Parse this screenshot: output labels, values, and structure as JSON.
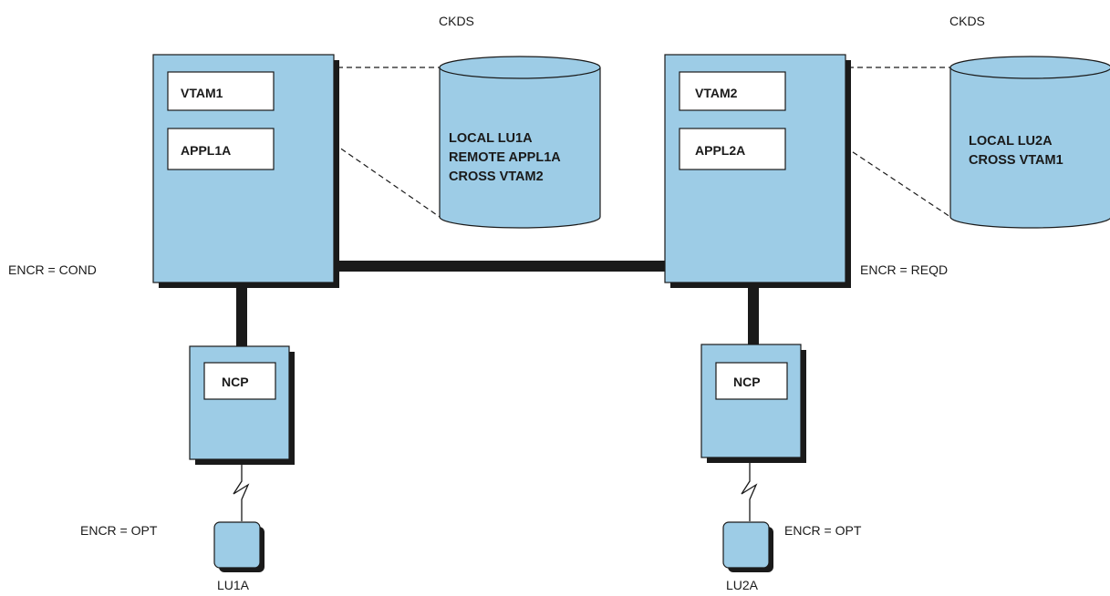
{
  "colors": {
    "fill": "#9dcce6",
    "stroke": "#1a1a1a",
    "shadow": "#1a1a1a",
    "background": "#ffffff"
  },
  "left": {
    "ckds_label": "CKDS",
    "ckds_lines": [
      "LOCAL LU1A",
      "REMOTE APPL1A",
      "CROSS VTAM2"
    ],
    "vtam_label": "VTAM1",
    "appl_label": "APPL1A",
    "host_encr": "ENCR = COND",
    "ncp_label": "NCP",
    "lu_encr": "ENCR = OPT",
    "lu_label": "LU1A"
  },
  "right": {
    "ckds_label": "CKDS",
    "ckds_lines": [
      "LOCAL LU2A",
      "CROSS VTAM1"
    ],
    "vtam_label": "VTAM2",
    "appl_label": "APPL2A",
    "host_encr": "ENCR = REQD",
    "ncp_label": "NCP",
    "lu_encr": "ENCR = OPT",
    "lu_label": "LU2A"
  }
}
